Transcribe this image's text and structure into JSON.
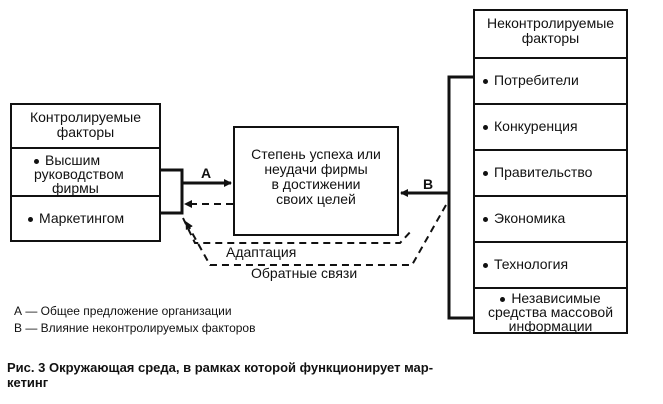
{
  "controllable": {
    "title_line1": "Контролируемые",
    "title_line2": "факторы",
    "items": [
      {
        "line1": "Высшим",
        "line2": "руководством",
        "line3": "фирмы"
      },
      {
        "line1": "Маркетингом"
      }
    ]
  },
  "center": {
    "line1": "Степень успеха или",
    "line2": "неудачи фирмы",
    "line3": "в достижении",
    "line4": "своих целей"
  },
  "uncontrollable": {
    "title_line1": "Неконтролируемые",
    "title_line2": "факторы",
    "items": [
      "Потребители",
      "Конкуренция",
      "Правительство",
      "Экономика",
      "Технология"
    ],
    "last_item": {
      "line1": "Независимые",
      "line2": "средства массовой",
      "line3": "информации"
    }
  },
  "arrows": {
    "a_label": "А",
    "b_label": "В",
    "adaptation": "Адаптация",
    "feedback": "Обратные связи"
  },
  "legend": {
    "a": "А — Общее предложение организации",
    "b": "В — Влияние неконтролируемых факторов"
  },
  "caption": {
    "line1": "Рис. 3 Окружающая среда, в рамках которой функционирует мар-",
    "line2": "кетинг"
  }
}
